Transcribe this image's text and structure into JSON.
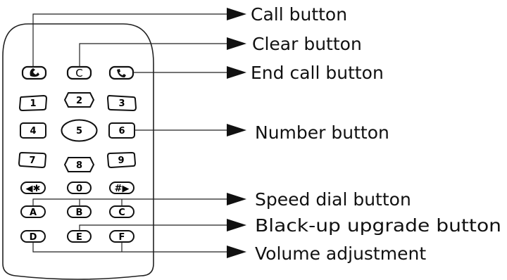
{
  "remote": {
    "keys": [
      {
        "id": "call",
        "label": "",
        "icon": "call-phone-icon"
      },
      {
        "id": "clear",
        "label": "C"
      },
      {
        "id": "end",
        "label": "",
        "icon": "end-call-phone-icon"
      },
      {
        "id": "k1",
        "label": "1"
      },
      {
        "id": "k2",
        "label": "2"
      },
      {
        "id": "k3",
        "label": "3"
      },
      {
        "id": "k4",
        "label": "4"
      },
      {
        "id": "k5",
        "label": "5"
      },
      {
        "id": "k6",
        "label": "6"
      },
      {
        "id": "k7",
        "label": "7"
      },
      {
        "id": "k8",
        "label": "8"
      },
      {
        "id": "k9",
        "label": "9"
      },
      {
        "id": "star",
        "label": "◀✱"
      },
      {
        "id": "k0",
        "label": "0"
      },
      {
        "id": "hash",
        "label": "#▶"
      },
      {
        "id": "kA",
        "label": "A"
      },
      {
        "id": "kB",
        "label": "B"
      },
      {
        "id": "kC",
        "label": "C"
      },
      {
        "id": "kD",
        "label": "D"
      },
      {
        "id": "kE",
        "label": "E"
      },
      {
        "id": "kF",
        "label": "F"
      }
    ]
  },
  "callouts": [
    {
      "id": "call",
      "label": "Call button"
    },
    {
      "id": "clear",
      "label": "Clear button"
    },
    {
      "id": "end",
      "label": "End call button"
    },
    {
      "id": "number",
      "label": "Number button"
    },
    {
      "id": "speed",
      "label": "Speed dial button"
    },
    {
      "id": "backup",
      "label": "Black-up upgrade button"
    },
    {
      "id": "volume",
      "label": "Volume adjustment"
    }
  ],
  "colors": {
    "ink": "#111111",
    "background": "#ffffff"
  }
}
